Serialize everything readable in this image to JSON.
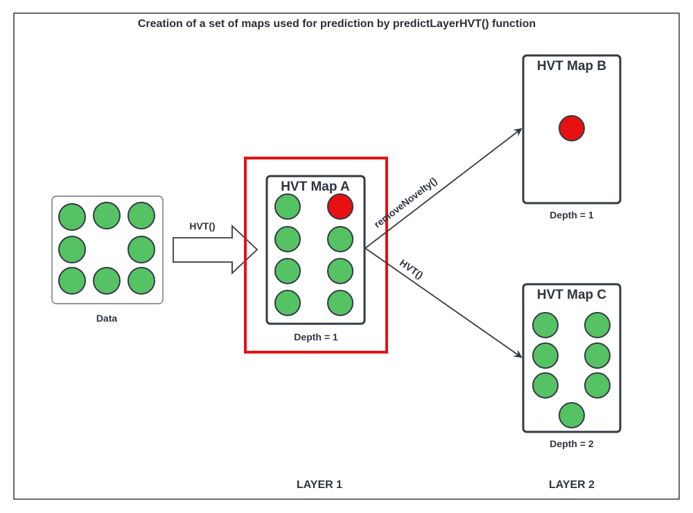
{
  "title": "Creation of a set of maps used for prediction by predictLayerHVT() function",
  "colors": {
    "green": "#55c363",
    "red": "#e81111",
    "highlight": "#e81111",
    "stroke": "#333a44"
  },
  "data_box": {
    "label": "Data"
  },
  "arrow_hvt": {
    "label": "HVT()"
  },
  "map_a": {
    "title": "HVT Map A",
    "depth": "Depth = 1"
  },
  "map_b": {
    "title": "HVT Map B",
    "depth": "Depth = 1"
  },
  "map_c": {
    "title": "HVT Map C",
    "depth": "Depth = 2"
  },
  "edges": {
    "remove_novelty": "removeNovelty()",
    "hvt": "HVT()"
  },
  "layers": {
    "layer1": "LAYER 1",
    "layer2": "LAYER 2"
  }
}
